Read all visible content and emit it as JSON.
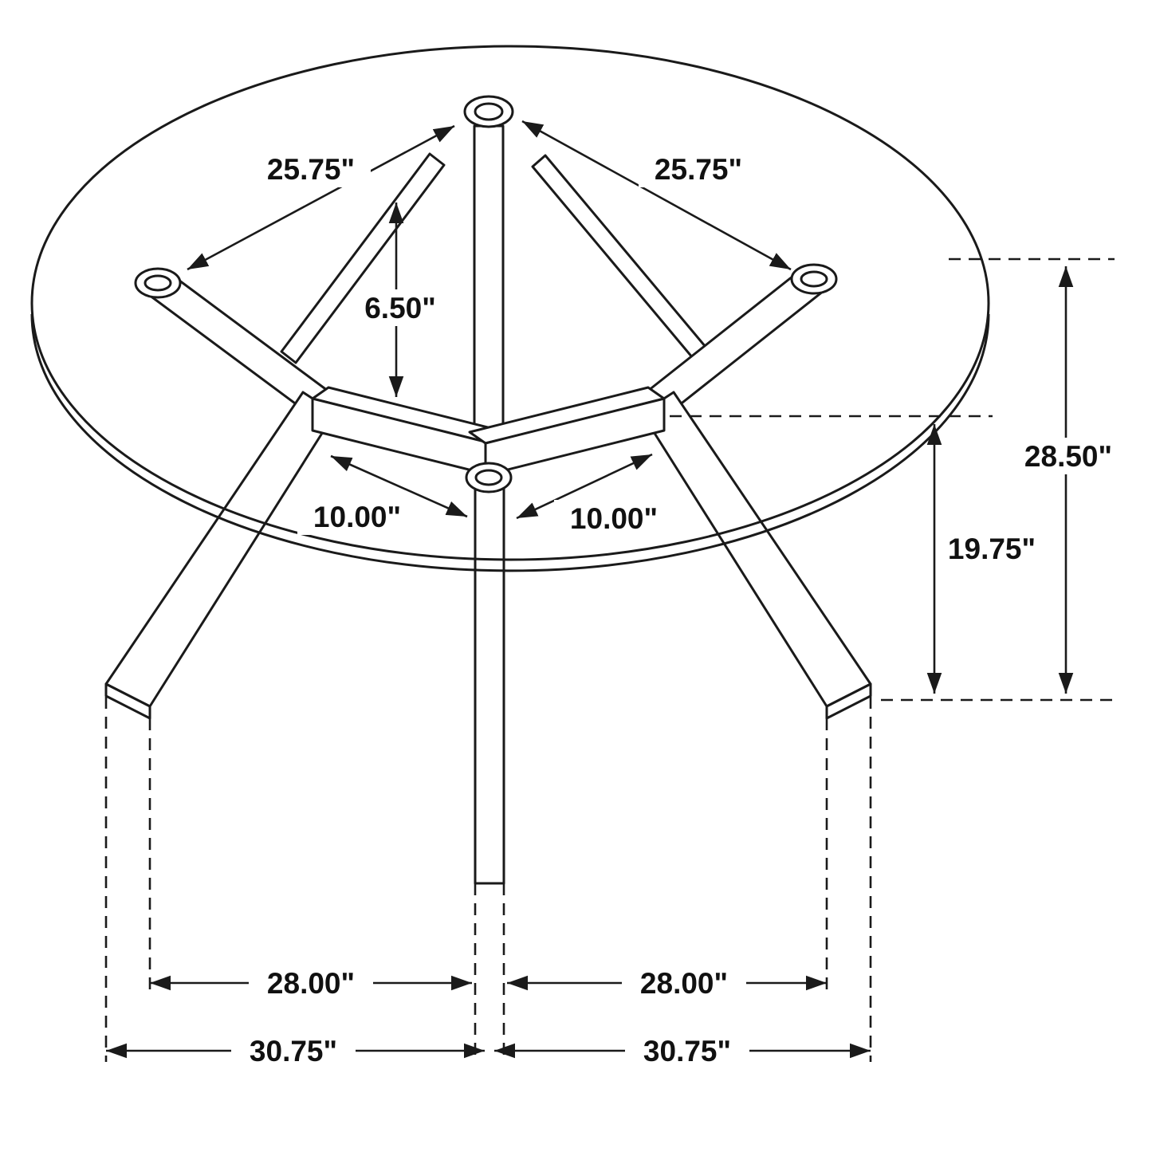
{
  "page": {
    "background": "#ffffff",
    "line_color": "#1a1a1a"
  },
  "diagram": {
    "subject": "round-glass-top-dining-table-dimension-drawing",
    "dimensions": {
      "diag_left": "25.75\"",
      "diag_right": "25.75\"",
      "column_height": "6.50\"",
      "overall_height": "28.50\"",
      "base_height": "19.75\"",
      "inner_left": "10.00\"",
      "inner_right": "10.00\"",
      "foot_span_inner_left": "28.00\"",
      "foot_span_inner_right": "28.00\"",
      "foot_span_outer_left": "30.75\"",
      "foot_span_outer_right": "30.75\""
    }
  }
}
